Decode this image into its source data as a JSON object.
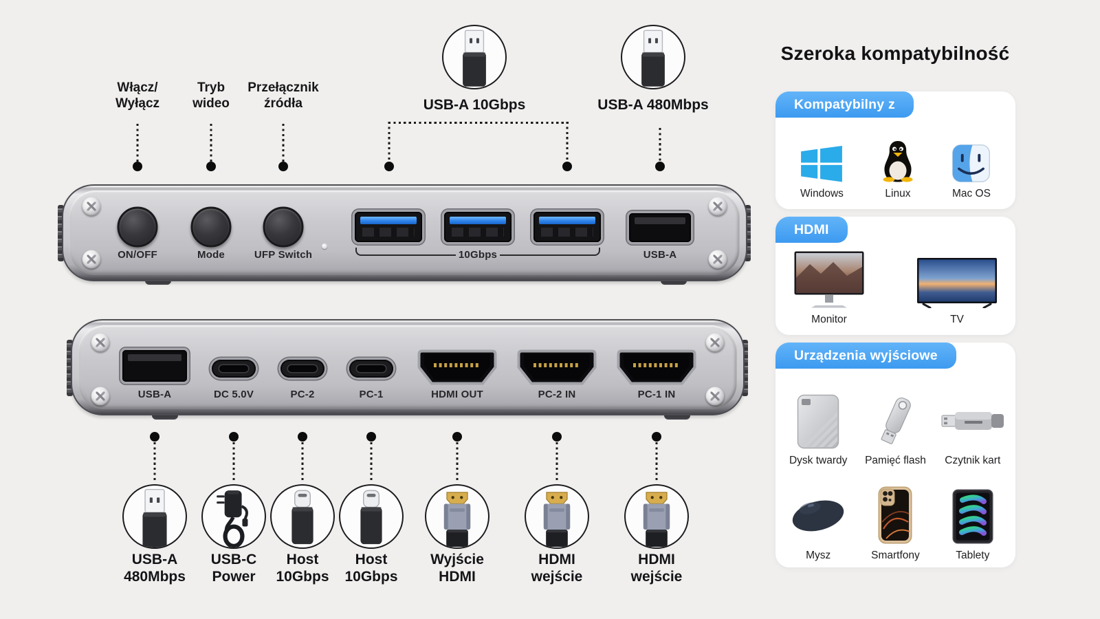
{
  "colors": {
    "background": "#f0efed",
    "accent_blue": "#4aa3f2",
    "usb_port_blue": "#2f84ea",
    "device_silver": "#c9c9cd",
    "hdmi_gold": "#c7a145",
    "card_white": "#ffffff",
    "text_dark": "#17171a"
  },
  "top_callouts": {
    "button_labels": [
      {
        "icon": "dotted-connector",
        "text": "Włącz/\nWyłącz"
      },
      {
        "icon": "dotted-connector",
        "text": "Tryb\nwideo"
      },
      {
        "icon": "dotted-connector",
        "text": "Przełącznik\nźródła"
      }
    ],
    "usb_circles": [
      {
        "icon": "usb-a-plug-icon",
        "label": "USB-A 10Gbps"
      },
      {
        "icon": "usb-a-plug-icon",
        "label": "USB-A 480Mbps"
      }
    ]
  },
  "top_device": {
    "buttons": [
      {
        "label": "ON/OFF"
      },
      {
        "label": "Mode"
      },
      {
        "label": "UFP Switch"
      }
    ],
    "usb_group_label": "10Gbps",
    "usb_a_port_label": "USB-A"
  },
  "bottom_device": {
    "port_labels": [
      "USB-A",
      "DC 5.0V",
      "PC-2",
      "PC-1",
      "HDMI OUT",
      "PC-2 IN",
      "PC-1 IN"
    ]
  },
  "bottom_callouts": [
    {
      "icon": "usb-a-plug-icon",
      "label": "USB-A\n480Mbps"
    },
    {
      "icon": "power-adapter-icon",
      "label": "USB-C\nPower"
    },
    {
      "icon": "usb-c-plug-icon",
      "label": "Host\n10Gbps"
    },
    {
      "icon": "usb-c-plug-icon",
      "label": "Host\n10Gbps"
    },
    {
      "icon": "hdmi-plug-icon",
      "label": "Wyjście\nHDMI"
    },
    {
      "icon": "hdmi-plug-icon",
      "label": "HDMI\nwejście"
    },
    {
      "icon": "hdmi-plug-icon",
      "label": "HDMI\nwejście"
    }
  ],
  "sidebar": {
    "title": "Szeroka kompatybilność",
    "cards": [
      {
        "chip": "Kompatybilny z",
        "items": [
          {
            "icon": "windows-logo-icon",
            "label": "Windows"
          },
          {
            "icon": "linux-tux-icon",
            "label": "Linux"
          },
          {
            "icon": "macos-finder-icon",
            "label": "Mac OS"
          }
        ]
      },
      {
        "chip": "HDMI",
        "items": [
          {
            "icon": "monitor-icon",
            "label": "Monitor"
          },
          {
            "icon": "tv-icon",
            "label": "TV"
          }
        ]
      },
      {
        "chip": "Urządzenia wyjściowe",
        "items": [
          {
            "icon": "hard-drive-icon",
            "label": "Dysk twardy"
          },
          {
            "icon": "flash-drive-icon",
            "label": "Pamięć flash"
          },
          {
            "icon": "card-reader-icon",
            "label": "Czytnik kart"
          },
          {
            "icon": "mouse-icon",
            "label": "Mysz"
          },
          {
            "icon": "smartphone-icon",
            "label": "Smartfony"
          },
          {
            "icon": "tablet-icon",
            "label": "Tablety"
          }
        ]
      }
    ]
  }
}
